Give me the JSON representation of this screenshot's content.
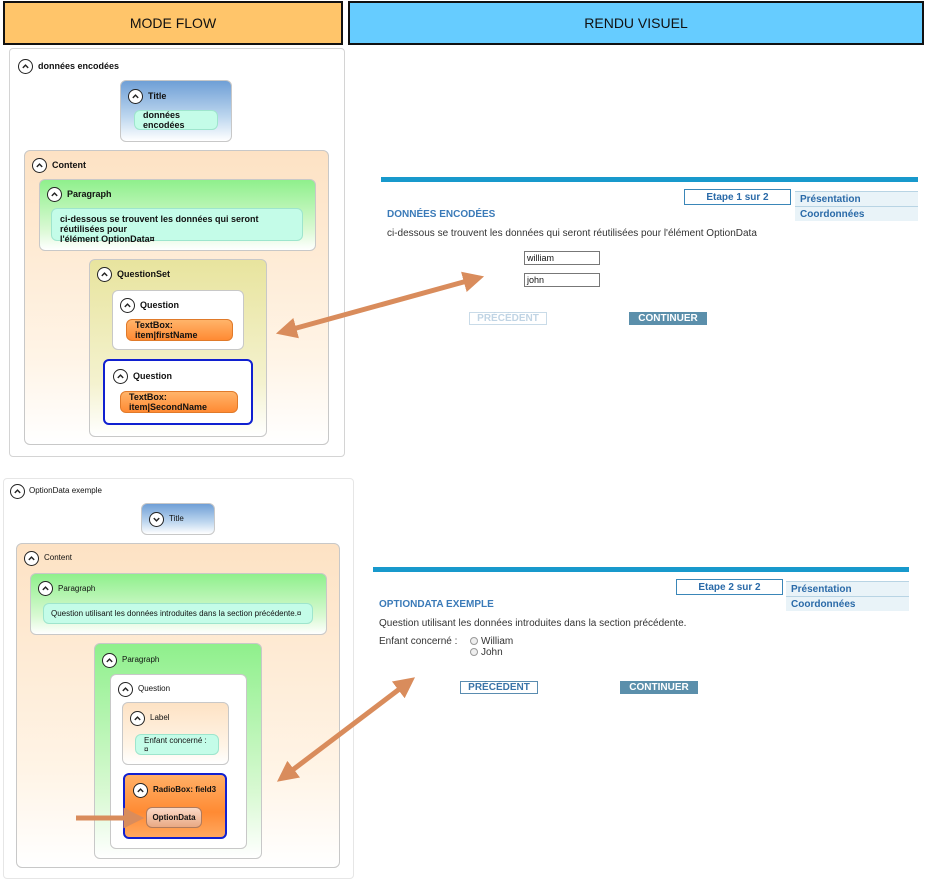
{
  "headers": {
    "left": "MODE FLOW",
    "right": "RENDU VISUEL"
  },
  "flow1": {
    "root": "données encodées",
    "title_node": "Title",
    "title_value": "données encodées",
    "content": "Content",
    "paragraph": "Paragraph",
    "paragraph_text_line1": "ci-dessous se trouvent les données qui seront réutilisées pour",
    "paragraph_text_line2": "l'élément OptionData¤",
    "questionset": "QuestionSet",
    "question1": "Question",
    "textbox1": "TextBox: item|firstName",
    "question2": "Question",
    "textbox2": "TextBox: item|SecondName"
  },
  "flow2": {
    "root": "OptionData exemple",
    "title_node": "Title",
    "content": "Content",
    "paragraph": "Paragraph",
    "paragraph_text": "Question utilisant les données introduites dans la section précédente.¤",
    "paragraph2": "Paragraph",
    "question": "Question",
    "label": "Label",
    "label_text": "Enfant concerné : ¤",
    "radiobox": "RadioBox: field3",
    "optiondata": "OptionData"
  },
  "render1": {
    "etape": "Etape 1 sur 2",
    "side": [
      "Présentation",
      "Coordonnées"
    ],
    "title": "DONNÉES ENCODÉES",
    "text": "ci-dessous se trouvent les données qui seront réutilisées pour l'élément OptionData",
    "inputs": [
      "william",
      "john"
    ],
    "prev": "PRÉCÉDENT",
    "next": "CONTINUER"
  },
  "render2": {
    "etape": "Etape 2 sur 2",
    "side": [
      "Présentation",
      "Coordonnées"
    ],
    "title": "OPTIONDATA EXEMPLE",
    "text": "Question utilisant les données introduites dans la section précédente.",
    "label": "Enfant concerné :",
    "options": [
      "William",
      "John"
    ],
    "prev": "PRÉCÉDENT",
    "next": "CONTINUER"
  },
  "colors": {
    "arrow": "#d98c5c",
    "selection": "#1020d0",
    "bar": "#1899cc",
    "header_left": "#ffc56a",
    "header_right": "#66ccff"
  },
  "icons": {
    "collapse": "chevron-up-icon",
    "expand": "chevron-down-icon"
  }
}
